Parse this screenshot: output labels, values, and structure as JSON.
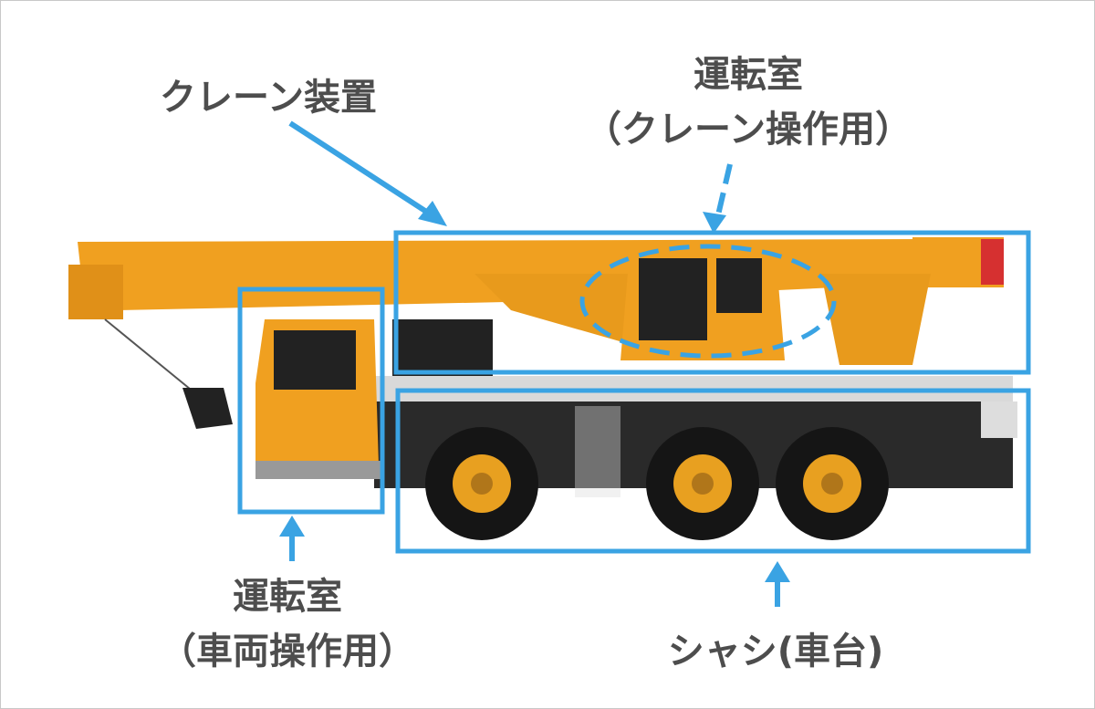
{
  "labels": {
    "crane_device": "クレーン装置",
    "crane_cab_title": "運転室",
    "crane_cab_sub": "（クレーン操作用）",
    "vehicle_cab_title": "運転室",
    "vehicle_cab_sub": "（車両操作用）",
    "chassis": "シャシ(車台)"
  },
  "colors": {
    "highlight": "#3aa3e3",
    "text": "#4d4d4d",
    "crane_body": "#f0a020"
  }
}
